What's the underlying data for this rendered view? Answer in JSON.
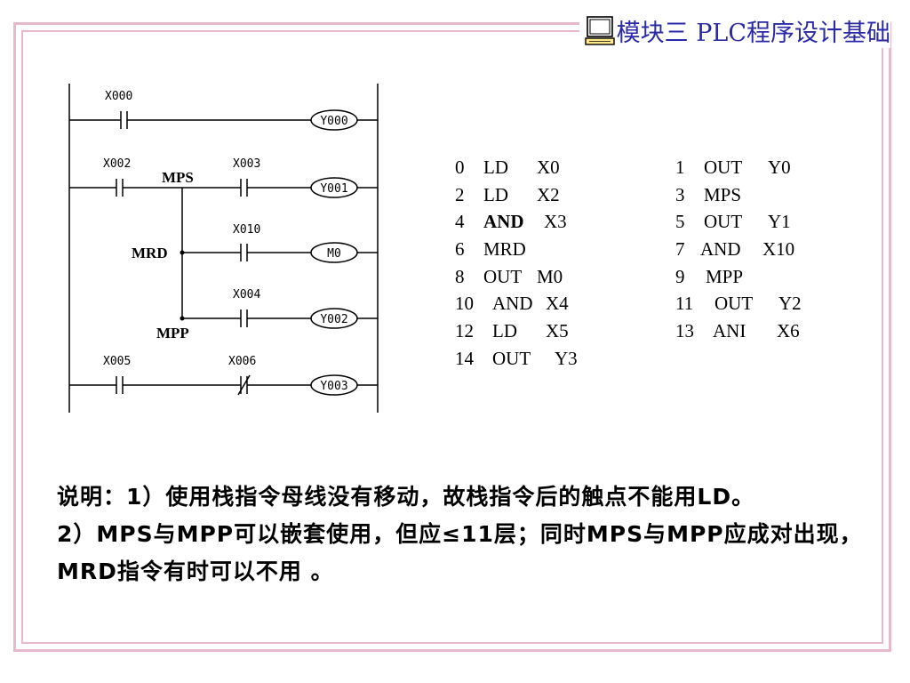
{
  "header": {
    "title": "模块三 PLC程序设计基础",
    "icon": "computer-monitor-icon"
  },
  "ladder": {
    "rungs": [
      {
        "contacts": [
          "X000"
        ],
        "coil": "Y000"
      },
      {
        "contacts": [
          "X002",
          "X003"
        ],
        "coil": "Y001"
      },
      {
        "contacts": [
          "X010"
        ],
        "coil": "M0"
      },
      {
        "contacts": [
          "X004"
        ],
        "coil": "Y002"
      },
      {
        "contacts": [
          "X005",
          "X006"
        ],
        "coil": "Y003"
      }
    ],
    "stack_labels": {
      "mps": "MPS",
      "mrd": "MRD",
      "mpp": "MPP"
    }
  },
  "instructions": {
    "left": [
      [
        "0",
        "LD",
        "X0"
      ],
      [
        "2",
        "LD",
        "X2"
      ],
      [
        "4",
        "AND",
        "X3"
      ],
      [
        "6",
        "MRD",
        ""
      ],
      [
        "8",
        "OUT",
        "M0"
      ],
      [
        "10",
        "AND",
        "X4"
      ],
      [
        "12",
        "LD",
        "X5"
      ],
      [
        "14",
        "OUT",
        "Y3"
      ]
    ],
    "right": [
      [
        "1",
        "OUT",
        "Y0"
      ],
      [
        "3",
        "MPS",
        ""
      ],
      [
        "5",
        "OUT",
        "Y1"
      ],
      [
        "7",
        "AND",
        "X10"
      ],
      [
        "9",
        "MPP",
        ""
      ],
      [
        "11",
        "OUT",
        "Y2"
      ],
      [
        "13",
        "ANI",
        "X6"
      ]
    ]
  },
  "note": {
    "line1": "说明：1）使用栈指令母线没有移动，故栈指令后的触点不能用LD。",
    "line2": "2）MPS与MPP可以嵌套使用，但应≤11层；同时MPS与MPP应成对出现，MRD指令有时可以不用 。"
  }
}
